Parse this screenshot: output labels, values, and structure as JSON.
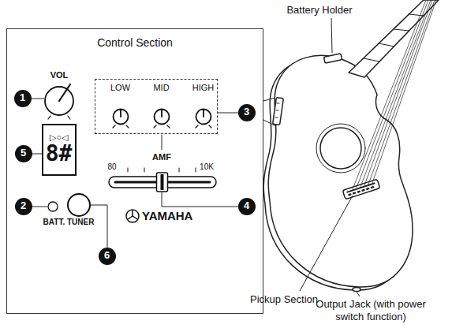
{
  "diagram": {
    "nodes": [
      {
        "text": [
          "Control Section"
        ]
      },
      {
        "text": [
          "LOW",
          "MID",
          "HIGH"
        ],
        "in": 0
      },
      {
        "text": [
          "▷○◁",
          "8#"
        ],
        "in": 0
      },
      {
        "text": [
          "1"
        ],
        "in": 0
      },
      {
        "text": [
          "3"
        ],
        "in": 0
      },
      {
        "text": [
          "5"
        ],
        "in": 0
      },
      {
        "text": [
          "2"
        ],
        "in": 0
      },
      {
        "text": [
          "4"
        ],
        "in": 0
      },
      {
        "text": [
          "6"
        ],
        "in": 0
      }
    ],
    "labels": [
      "VOL",
      "AMF",
      "80",
      "10K",
      "BATT. TUNER",
      "YAMAHA",
      "Battery Holder",
      "Pickup Section",
      "Output Jack (with power switch function)"
    ]
  }
}
